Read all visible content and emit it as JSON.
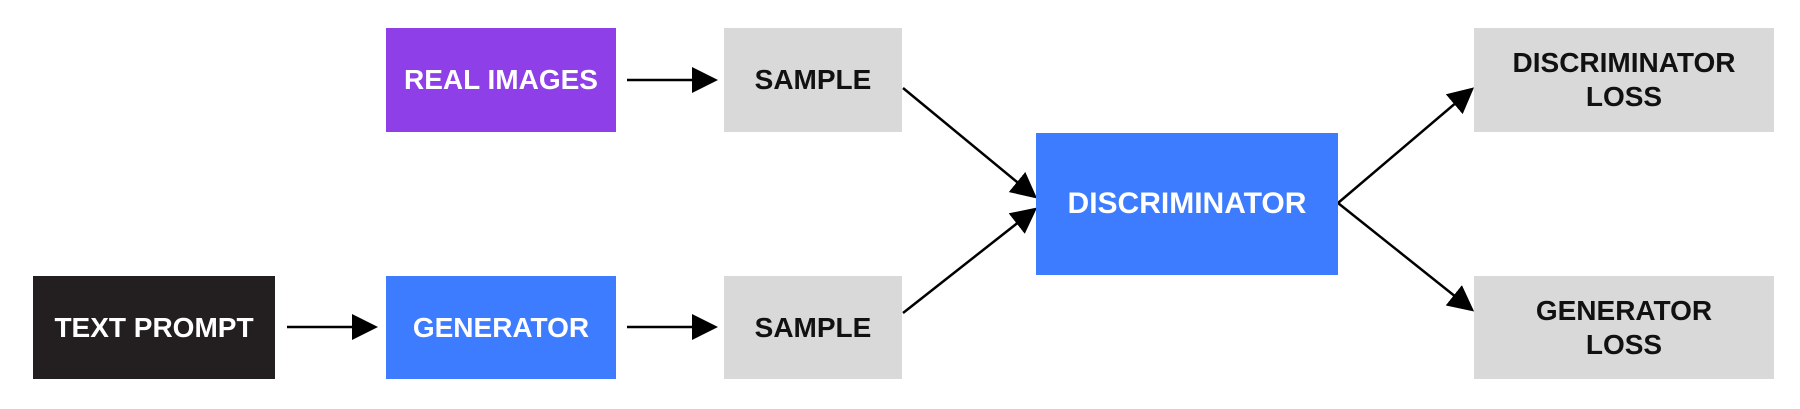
{
  "diagram": {
    "nodes": {
      "real_images": {
        "label": "REAL IMAGES",
        "color": "#8e3fe8",
        "text_color": "#ffffff"
      },
      "sample_top": {
        "label": "SAMPLE",
        "color": "#d9d9d9",
        "text_color": "#111111"
      },
      "text_prompt": {
        "label": "TEXT PROMPT",
        "color": "#231f20",
        "text_color": "#ffffff"
      },
      "generator": {
        "label": "GENERATOR",
        "color": "#3d7bff",
        "text_color": "#ffffff"
      },
      "sample_bottom": {
        "label": "SAMPLE",
        "color": "#d9d9d9",
        "text_color": "#111111"
      },
      "discriminator": {
        "label": "DISCRIMINATOR",
        "color": "#3d7bff",
        "text_color": "#ffffff"
      },
      "discriminator_loss": {
        "label": "DISCRIMINATOR\nLOSS",
        "color": "#d9d9d9",
        "text_color": "#111111"
      },
      "generator_loss": {
        "label": "GENERATOR\nLOSS",
        "color": "#d9d9d9",
        "text_color": "#111111"
      }
    },
    "edges": [
      {
        "from": "real_images",
        "to": "sample_top"
      },
      {
        "from": "text_prompt",
        "to": "generator"
      },
      {
        "from": "generator",
        "to": "sample_bottom"
      },
      {
        "from": "sample_top",
        "to": "discriminator"
      },
      {
        "from": "sample_bottom",
        "to": "discriminator"
      },
      {
        "from": "discriminator",
        "to": "discriminator_loss"
      },
      {
        "from": "discriminator",
        "to": "generator_loss"
      }
    ]
  }
}
